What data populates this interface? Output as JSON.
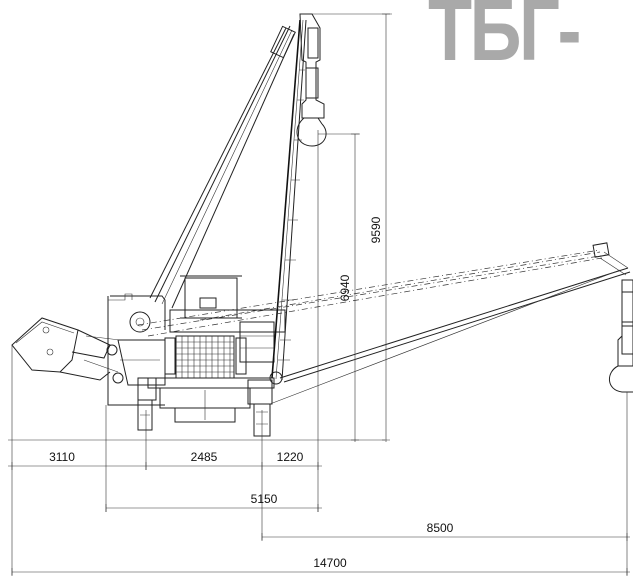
{
  "brand": {
    "logo_text": "ТБГ-"
  },
  "dimensions": {
    "d3110": "3110",
    "d2485": "2485",
    "d1220": "1220",
    "d5150": "5150",
    "d8500": "8500",
    "d14700": "14700",
    "d9590": "9590",
    "d6940": "6940"
  }
}
